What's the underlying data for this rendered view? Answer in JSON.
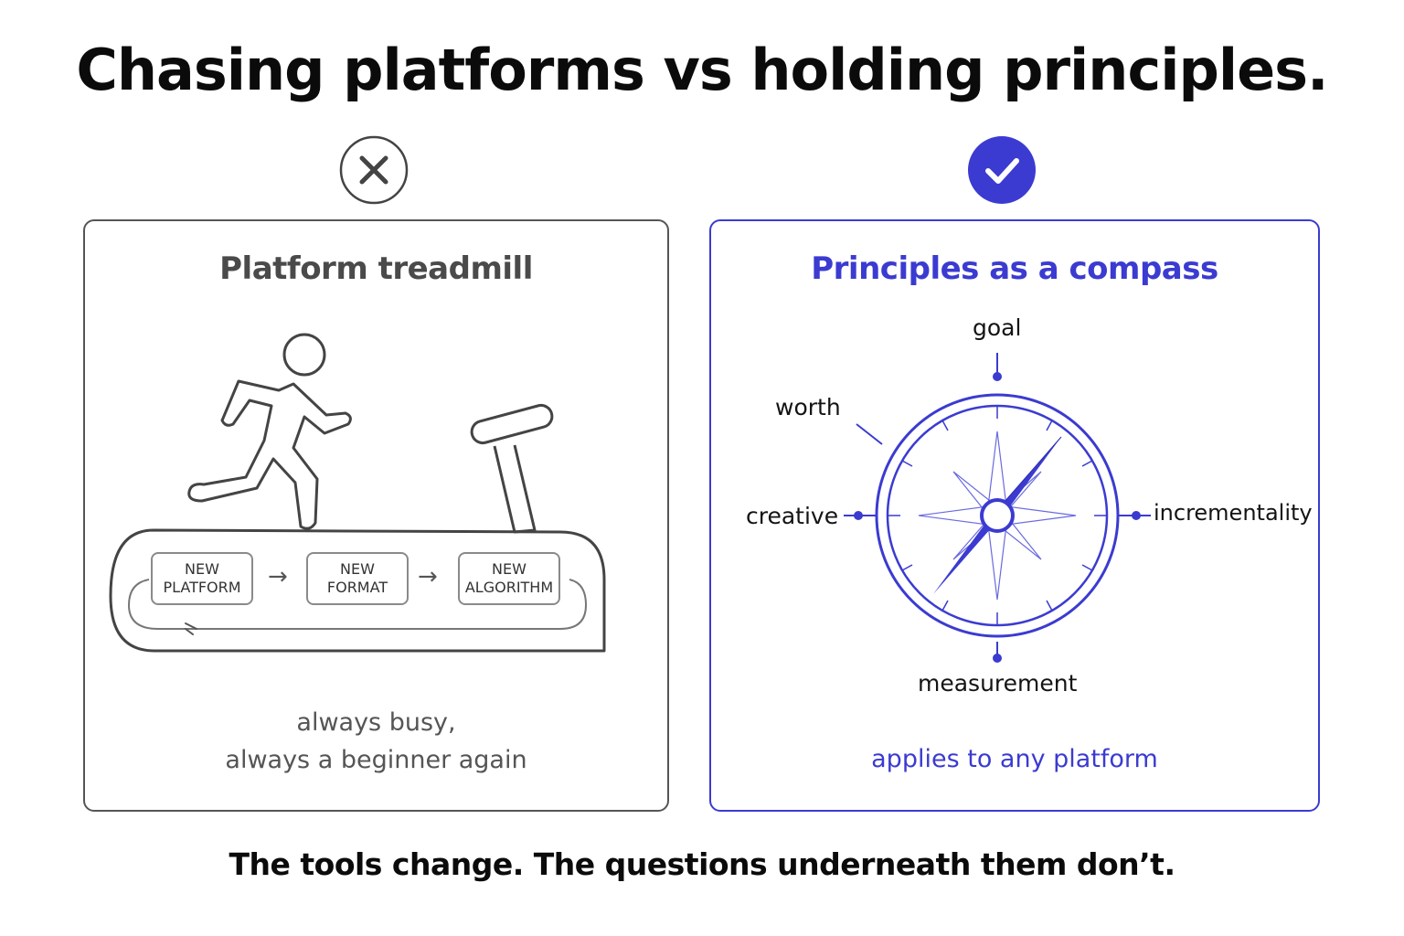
{
  "title": "Chasing platforms vs holding principles.",
  "colors": {
    "accent": "#3b3bd1",
    "neutral": "#555555"
  },
  "left_panel": {
    "badge_icon": "x-icon",
    "title": "Platform treadmill",
    "cycle": [
      {
        "line1": "NEW",
        "line2": "PLATFORM"
      },
      {
        "line1": "NEW",
        "line2": "FORMAT"
      },
      {
        "line1": "NEW",
        "line2": "ALGORITHM"
      }
    ],
    "caption_line1": "always busy,",
    "caption_line2": "always a beginner again"
  },
  "right_panel": {
    "badge_icon": "check-icon",
    "title": "Principles as a compass",
    "labels": {
      "goal": "goal",
      "worth": "worth",
      "creative": "creative",
      "incrementality": "incrementality",
      "measurement": "measurement"
    },
    "caption": "applies to any platform"
  },
  "footer": "The tools change. The questions underneath them don’t."
}
